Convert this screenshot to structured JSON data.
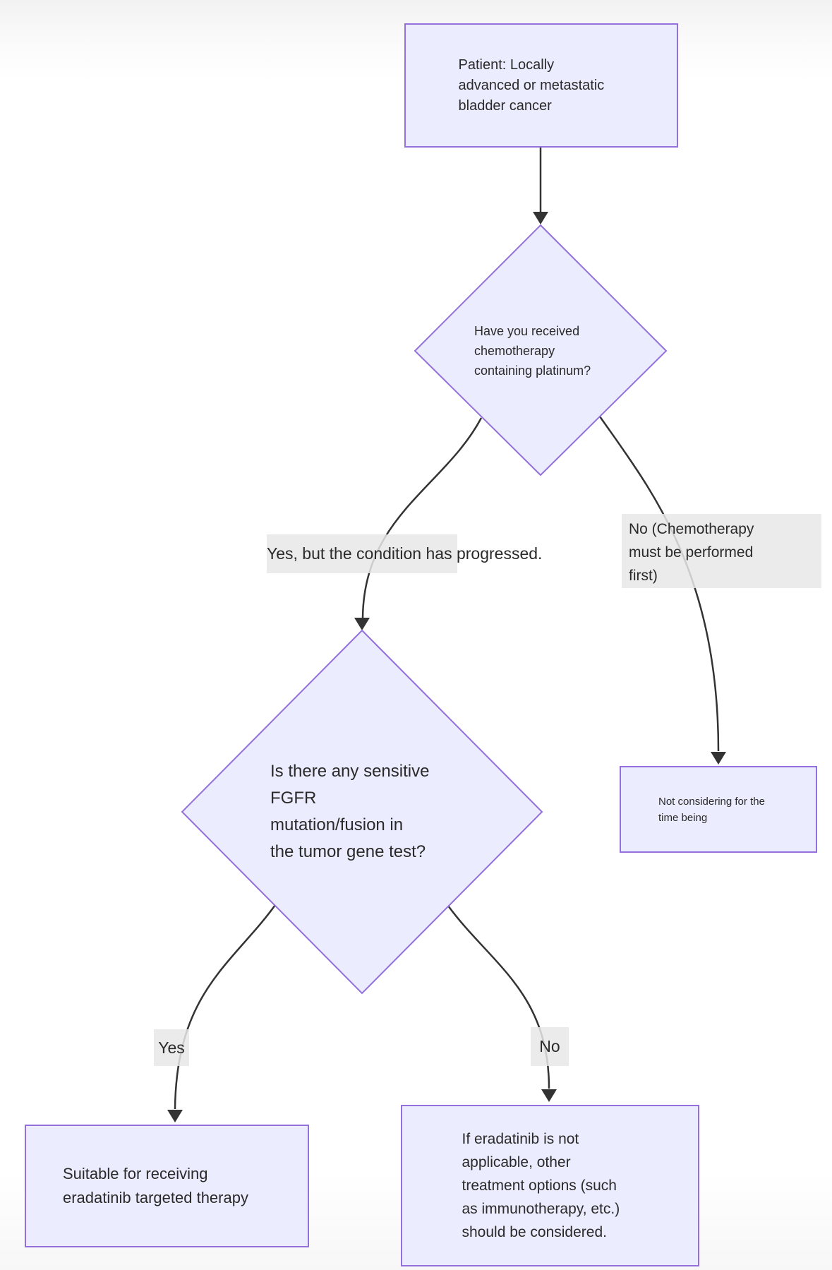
{
  "diagram": {
    "nodes": {
      "patient": "Patient: Locally\nadvanced or metastatic\nbladder cancer",
      "platinum_question": "Have you received\nchemotherapy\ncontaining platinum?",
      "fgfr_question": "Is there any sensitive\nFGFR\nmutation/fusion in\nthe tumor gene test?",
      "not_considering": "Not considering for the\ntime being",
      "targeted_therapy": "Suitable for receiving\neradatinib targeted therapy",
      "other_treatment": "If eradatinib is not\napplicable, other\ntreatment options (such\nas immunotherapy, etc.)\nshould be considered."
    },
    "edge_labels": {
      "yes_progressed": "Yes, but the condition has progressed.",
      "no_chemo_first": "No (Chemotherapy\nmust be performed\nfirst)",
      "yes": "Yes",
      "no": "No"
    },
    "colors": {
      "node_fill": "#ECECFF",
      "node_border": "#9370DB",
      "edge_line": "#333333",
      "edge_label_bg": "#e9e9e9",
      "text": "#2a2a2a"
    }
  }
}
